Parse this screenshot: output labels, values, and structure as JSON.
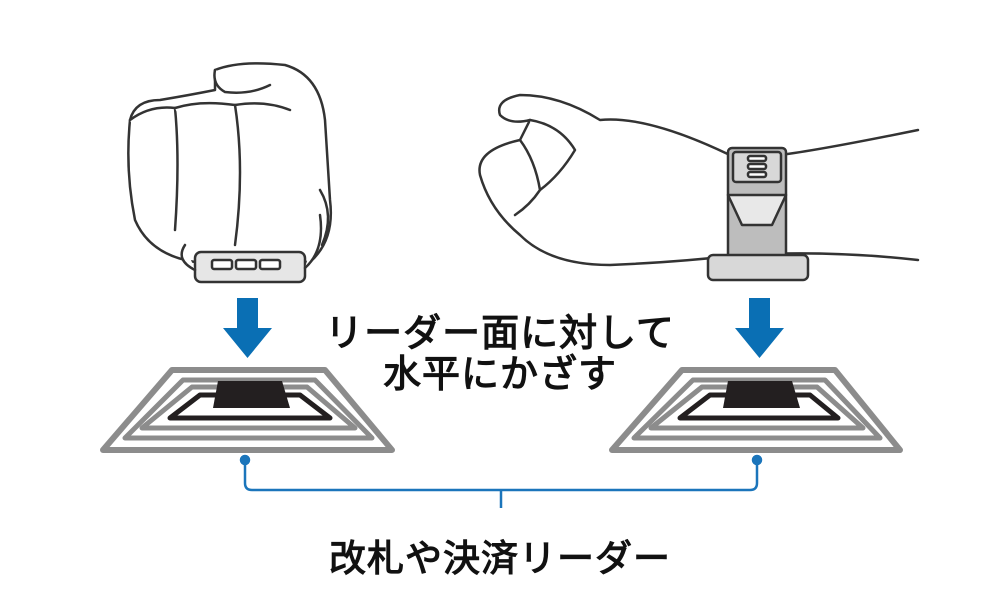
{
  "instruction": {
    "line1": "リーダー面に対して",
    "line2": "水平にかざす"
  },
  "reader_label": "改札や決済リーダー",
  "colors": {
    "arrow": "#0a6fb4",
    "bracket": "#1b75bb",
    "reader_rings": "#8c8c8c",
    "reader_core": "#231f20",
    "outline": "#333333"
  },
  "icons": [
    "fist-with-watch-icon",
    "wrist-with-watch-band-icon",
    "down-arrow-icon",
    "nfc-reader-icon"
  ]
}
